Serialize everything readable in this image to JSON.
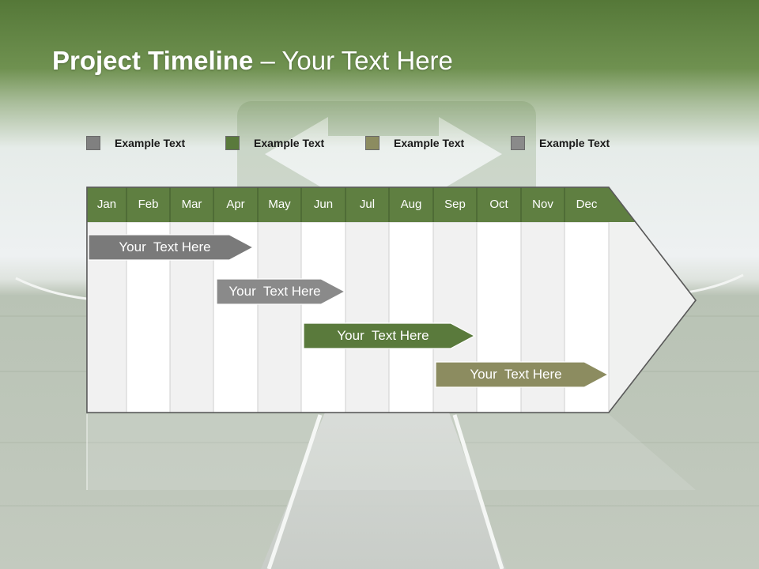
{
  "title": {
    "bold": "Project Timeline",
    "rest": " – Your Text Here"
  },
  "legend": [
    {
      "label": "Example Text",
      "color": "#808080"
    },
    {
      "label": "Example Text",
      "color": "#5a7a3c"
    },
    {
      "label": "Example Text",
      "color": "#8c8c60"
    },
    {
      "label": "Example Text",
      "color": "#8a8a8a"
    }
  ],
  "months": [
    "Jan",
    "Feb",
    "Mar",
    "Apr",
    "May",
    "Jun",
    "Jul",
    "Aug",
    "Sep",
    "Oct",
    "Nov",
    "Dec"
  ],
  "tasks": [
    {
      "label": "Your  Text Here",
      "color": "#7a7a7a",
      "start": "Jan",
      "end": "Apr"
    },
    {
      "label": "Your  Text Here",
      "color": "#8a8a8a",
      "start": "Apr",
      "end": "Jun"
    },
    {
      "label": "Your  Text Here",
      "color": "#5a7a3c",
      "start": "Jun",
      "end": "Sep"
    },
    {
      "label": "Your  Text Here",
      "color": "#8c8c60",
      "start": "Sep",
      "end": "Dec"
    }
  ],
  "colors": {
    "header_green": "#5f7f41",
    "title_band": "#6e914c"
  }
}
